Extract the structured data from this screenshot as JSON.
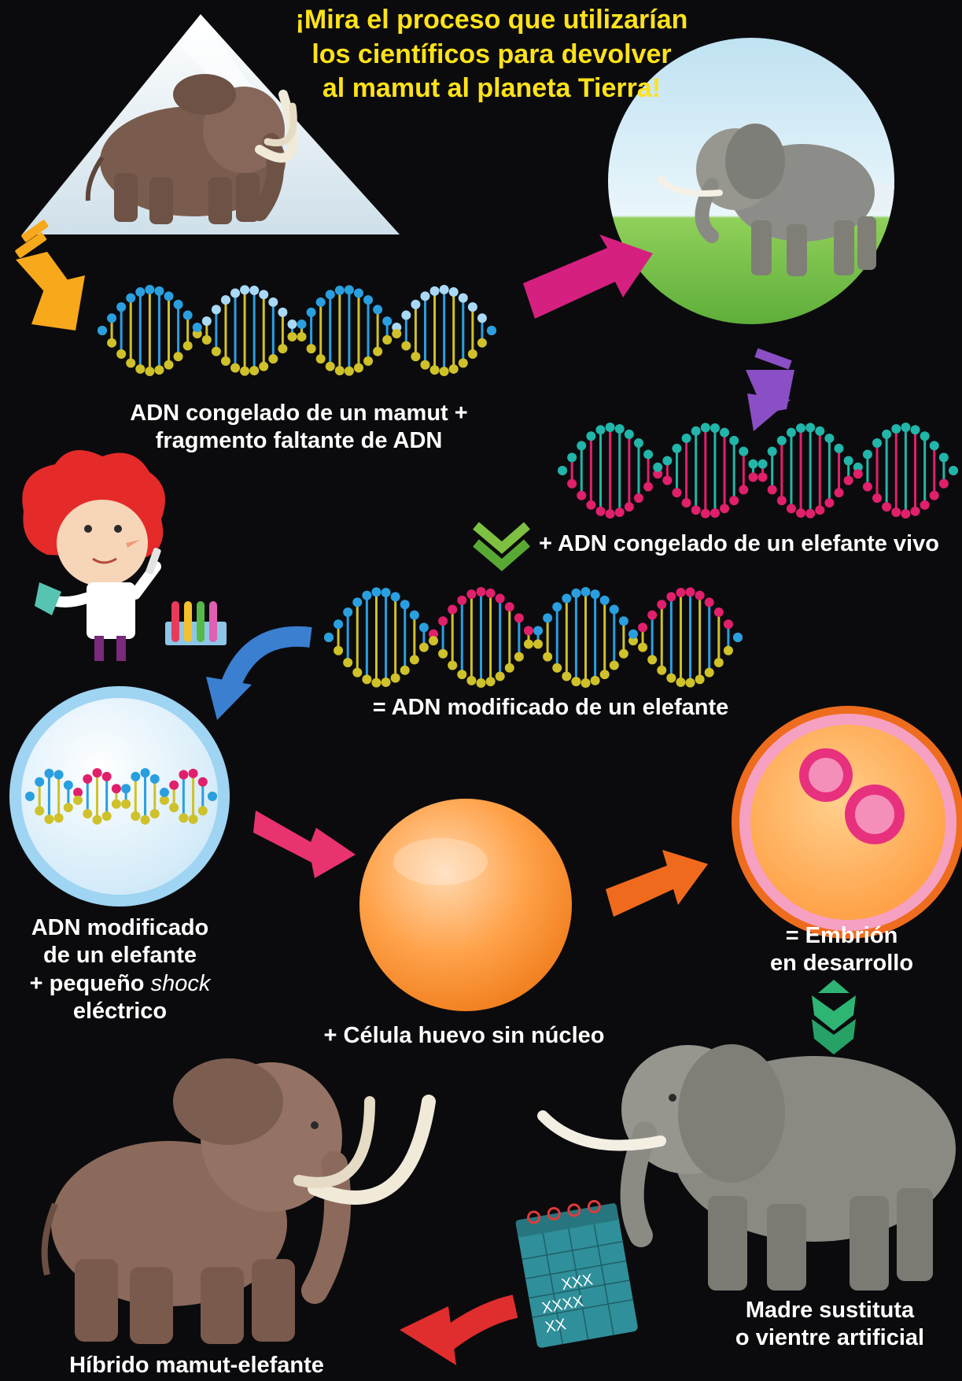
{
  "title": {
    "line1": "¡Mira el proceso que utilizarían",
    "line2": "los científicos para devolver",
    "line3": "al mamut al planeta Tierra!"
  },
  "steps": {
    "mammoth_dna": {
      "line1": "ADN congelado de un mamut +",
      "line2": "fragmento faltante de ADN"
    },
    "elephant_dna": {
      "line1": "+ ADN congelado de un elefante vivo"
    },
    "modified_dna": {
      "line1": "= ADN modificado de un elefante"
    },
    "shock": {
      "line1": "ADN modificado",
      "line2": "de un elefante",
      "line3_prefix": "+ pequeño ",
      "line3_italic": "shock",
      "line4": "eléctrico"
    },
    "egg_cell": {
      "line1": "+ Célula huevo sin núcleo"
    },
    "embryo": {
      "line1": "= Embrión",
      "line2": "en desarrollo"
    },
    "surrogate": {
      "line1": "Madre sustituta",
      "line2": "o vientre artificial"
    },
    "hybrid": {
      "line1": "Híbrido mamut-elefante"
    }
  },
  "calendar_marks": [
    "XXX",
    "XXXX",
    "XX"
  ],
  "colors": {
    "background": "#0b0b0e",
    "title": "#ffe21a",
    "label": "#ffffff",
    "arrow_yellow": "#f7a81b",
    "arrow_magenta": "#d6207f",
    "arrow_purple": "#8a4fc4",
    "arrow_green": "#7ec142",
    "arrow_blue": "#3b7fd1",
    "arrow_pink": "#e8336e",
    "arrow_orange": "#f06a1e",
    "arrow_teal": "#2fb573",
    "arrow_red": "#e02d2d",
    "dna_yellow": "#cfc12a",
    "dna_blue": "#2a9fe0",
    "dna_lightblue": "#a9d9f5",
    "dna_magenta": "#e0206a",
    "dna_teal": "#22b5a9"
  },
  "icons": [
    "mammoth-in-ice-icon",
    "elephant-savanna-icon",
    "dna-strand-icon",
    "scientist-icon",
    "test-tubes-icon",
    "cell-icon",
    "egg-cell-icon",
    "embryo-icon",
    "surrogate-elephant-icon",
    "calendar-icon",
    "hybrid-mammoth-icon"
  ]
}
